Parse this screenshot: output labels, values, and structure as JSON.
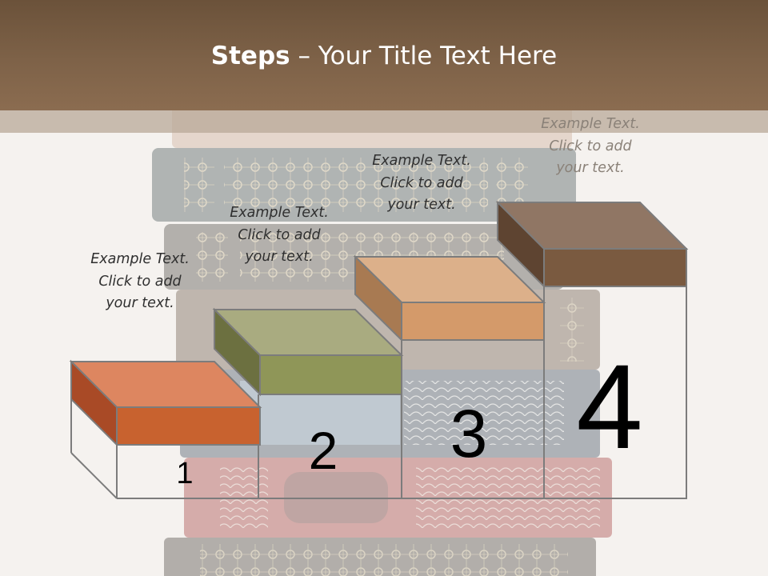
{
  "title": {
    "bold": "Steps",
    "rest": " – Your Title Text Here"
  },
  "steps": [
    {
      "number": "1",
      "caption": [
        "Example Text.",
        "Click  to add",
        "your text."
      ],
      "color": "#c7643a"
    },
    {
      "number": "2",
      "caption": [
        "Example Text.",
        "Click  to add",
        "your text."
      ],
      "color": "#8a9253"
    },
    {
      "number": "3",
      "caption": [
        "Example Text.",
        "Click  to add",
        "your text."
      ],
      "color": "#d39c6e"
    },
    {
      "number": "4",
      "caption": [
        "Example Text.",
        "Click  to add",
        "your text."
      ],
      "color": "#7a5e44"
    }
  ],
  "colors": {
    "title_bar": "#7e6248",
    "background": "#f5f2ee"
  }
}
